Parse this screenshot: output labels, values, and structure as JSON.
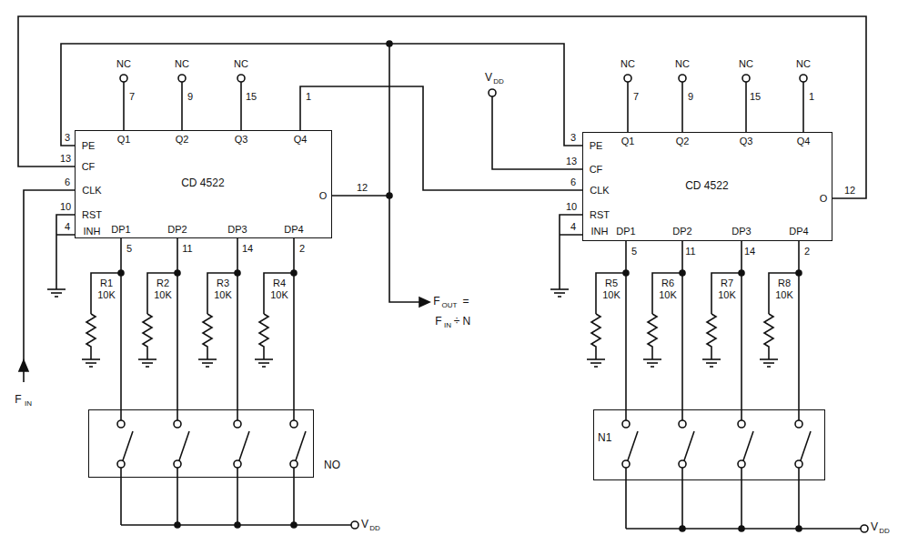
{
  "diagram": {
    "nodes": [
      {
        "text": [
          "CD 4522"
        ]
      },
      {
        "text": [
          "CD 4522"
        ]
      },
      {
        "text": [
          "NO"
        ]
      },
      {
        "text": [
          "N1"
        ]
      }
    ],
    "edges": [
      {
        "from": 0,
        "to": 1,
        "arrow": "none"
      },
      {
        "from": 0,
        "to": 1,
        "arrow": "none"
      },
      {
        "from": 1,
        "to": 0,
        "arrow": "none"
      },
      {
        "from": 2,
        "to": 0,
        "arrow": "none"
      },
      {
        "from": 2,
        "to": 0,
        "arrow": "none"
      },
      {
        "from": 2,
        "to": 0,
        "arrow": "none"
      },
      {
        "from": 2,
        "to": 0,
        "arrow": "none"
      },
      {
        "from": 3,
        "to": 1,
        "arrow": "none"
      },
      {
        "from": 3,
        "to": 1,
        "arrow": "none"
      },
      {
        "from": 3,
        "to": 1,
        "arrow": "none"
      },
      {
        "from": 3,
        "to": 1,
        "arrow": "none"
      }
    ],
    "labels": [
      "NC",
      "NC",
      "NC",
      "7",
      "9",
      "15",
      "1",
      "Q1",
      "Q2",
      "Q3",
      "Q4",
      "3",
      "PE",
      "13",
      "CF",
      "6",
      "CLK",
      "10",
      "RST",
      "4",
      "INH",
      "DP1",
      "DP2",
      "DP3",
      "DP4",
      "5",
      "11",
      "14",
      "2",
      "O",
      "12",
      "R1",
      "10K",
      "R2",
      "10K",
      "R3",
      "10K",
      "R4",
      "10K",
      "F",
      "IN",
      "V",
      "DD",
      "V",
      "DD",
      "F",
      "OUT",
      "=",
      "F",
      "IN",
      "÷ N",
      "NC",
      "NC",
      "NC",
      "NC",
      "7",
      "9",
      "15",
      "1",
      "Q1",
      "Q2",
      "Q3",
      "Q4",
      "3",
      "PE",
      "13",
      "CF",
      "6",
      "CLK",
      "10",
      "RST",
      "4",
      "INH",
      "DP1",
      "DP2",
      "DP3",
      "DP4",
      "5",
      "11",
      "14",
      "2",
      "O",
      "12",
      "R5",
      "10K",
      "R6",
      "10K",
      "R7",
      "10K",
      "R8",
      "10K",
      "V",
      "DD"
    ]
  }
}
